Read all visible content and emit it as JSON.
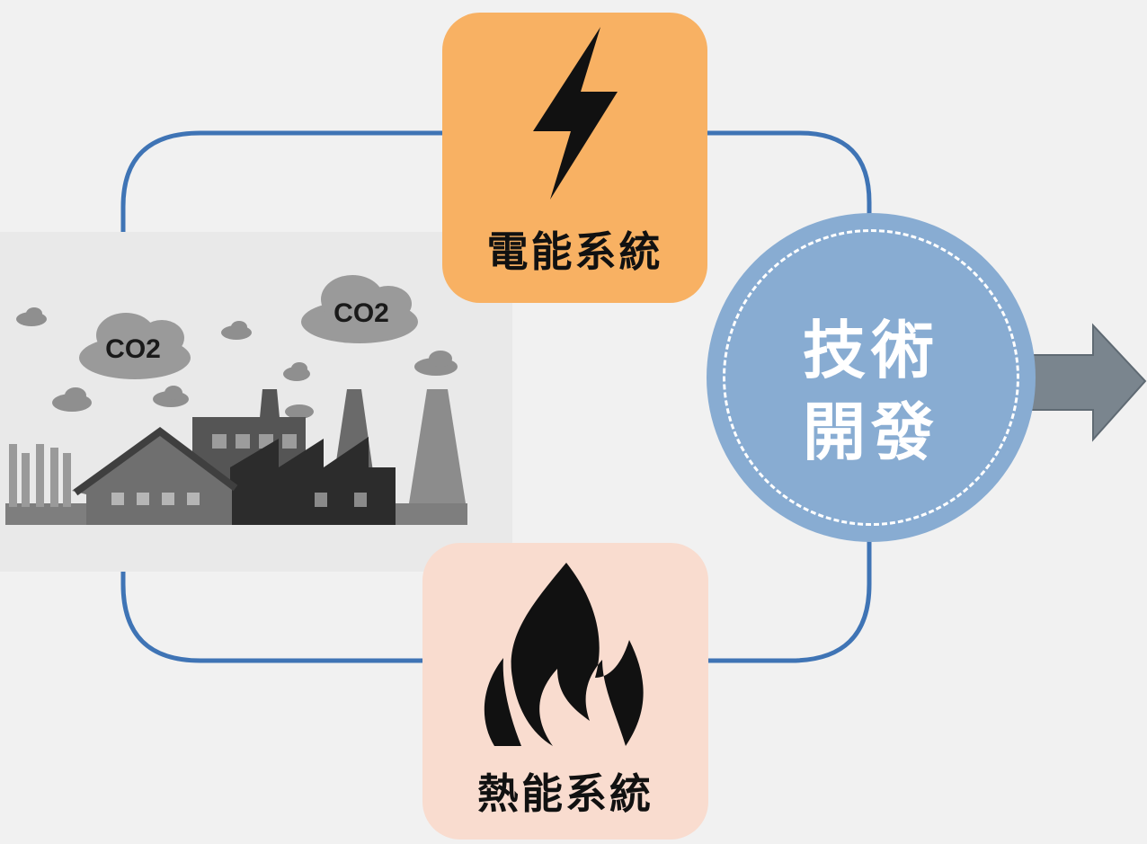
{
  "nodes": {
    "electric": {
      "label": "電能系統",
      "icon": "lightning-bolt-icon",
      "color": "#f8b163"
    },
    "thermal": {
      "label": "熱能系統",
      "icon": "flame-icon",
      "color": "#f9dccf"
    },
    "tech": {
      "line1": "技術",
      "line2": "開發",
      "color": "#88acd2"
    }
  },
  "factory": {
    "icon": "factory-emissions-illustration",
    "cloud_labels": [
      "CO2",
      "CO2"
    ]
  },
  "colors": {
    "loop_line": "#3f74b5",
    "arrow": "#7a858e",
    "background": "#f1f1f1"
  }
}
